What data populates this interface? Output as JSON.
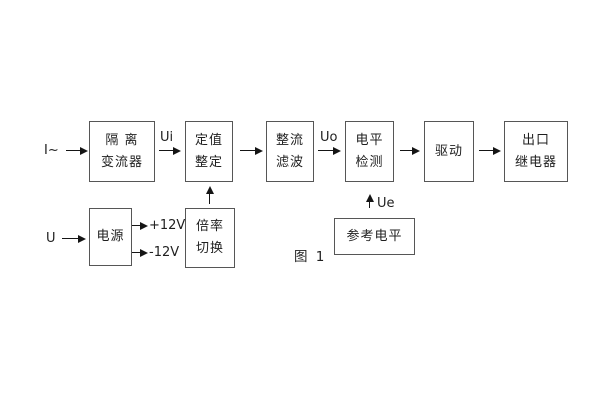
{
  "figure": {
    "caption": "图 1",
    "background_color": "#ffffff",
    "box_border_color": "#565656",
    "line_color": "#151515",
    "text_color": "#1f1f1f"
  },
  "diagram": {
    "boxes": [
      {
        "id": "isolation-transformer",
        "lines": [
          "隔 离",
          "变流器"
        ]
      },
      {
        "id": "setting-adjust",
        "lines": [
          "定值",
          "整定"
        ]
      },
      {
        "id": "rectify-filter",
        "lines": [
          "整流",
          "滤波"
        ]
      },
      {
        "id": "level-detect",
        "lines": [
          "电平",
          "检测"
        ]
      },
      {
        "id": "driver",
        "lines": [
          "驱动"
        ]
      },
      {
        "id": "output-relay",
        "lines": [
          "出口",
          "继电器"
        ]
      },
      {
        "id": "power-supply",
        "lines": [
          "电源"
        ]
      },
      {
        "id": "ratio-switch",
        "lines": [
          "倍率",
          "切换"
        ]
      },
      {
        "id": "reference-level",
        "lines": [
          "参考电平"
        ]
      }
    ],
    "labels": {
      "input_current": "I~",
      "input_voltage": "U",
      "ui": "Ui",
      "uo": "Uo",
      "ue": "Ue",
      "plus_12v": "+12V",
      "minus_12v": "-12V"
    }
  }
}
